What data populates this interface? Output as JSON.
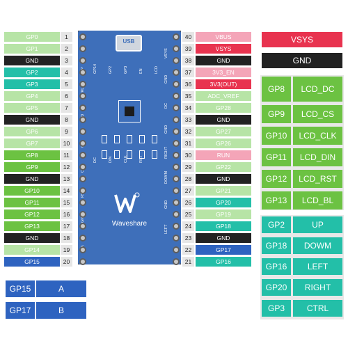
{
  "colors": {
    "light_green": "#b7e4a6",
    "green": "#6cc242",
    "teal": "#23bfa8",
    "black": "#222222",
    "blue": "#2e63c0",
    "pink": "#f4a5b8",
    "red": "#e8334f",
    "board": "#3e6fba"
  },
  "left_pins": [
    {
      "n": "1",
      "label": "GP0",
      "c": "light_green"
    },
    {
      "n": "2",
      "label": "GP1",
      "c": "light_green"
    },
    {
      "n": "3",
      "label": "GND",
      "c": "black"
    },
    {
      "n": "4",
      "label": "GP2",
      "c": "teal"
    },
    {
      "n": "5",
      "label": "GP3",
      "c": "teal"
    },
    {
      "n": "6",
      "label": "GP4",
      "c": "light_green"
    },
    {
      "n": "7",
      "label": "GP5",
      "c": "light_green"
    },
    {
      "n": "8",
      "label": "GND",
      "c": "black"
    },
    {
      "n": "9",
      "label": "GP6",
      "c": "light_green"
    },
    {
      "n": "10",
      "label": "GP7",
      "c": "light_green"
    },
    {
      "n": "11",
      "label": "GP8",
      "c": "green"
    },
    {
      "n": "12",
      "label": "GP9",
      "c": "green"
    },
    {
      "n": "13",
      "label": "GND",
      "c": "black"
    },
    {
      "n": "14",
      "label": "GP10",
      "c": "green"
    },
    {
      "n": "15",
      "label": "GP11",
      "c": "green"
    },
    {
      "n": "16",
      "label": "GP12",
      "c": "green"
    },
    {
      "n": "17",
      "label": "GP13",
      "c": "green"
    },
    {
      "n": "18",
      "label": "GND",
      "c": "black"
    },
    {
      "n": "19",
      "label": "GP14",
      "c": "light_green"
    },
    {
      "n": "20",
      "label": "GP15",
      "c": "blue"
    }
  ],
  "right_pins": [
    {
      "n": "40",
      "label": "VBUS",
      "c": "pink"
    },
    {
      "n": "39",
      "label": "VSYS",
      "c": "red"
    },
    {
      "n": "38",
      "label": "GND",
      "c": "black"
    },
    {
      "n": "37",
      "label": "3V3_EN",
      "c": "pink"
    },
    {
      "n": "36",
      "label": "3V3(OUT)",
      "c": "red"
    },
    {
      "n": "35",
      "label": "ADC_VREF",
      "c": "light_green"
    },
    {
      "n": "34",
      "label": "GP28",
      "c": "light_green"
    },
    {
      "n": "33",
      "label": "GND",
      "c": "black"
    },
    {
      "n": "32",
      "label": "GP27",
      "c": "light_green"
    },
    {
      "n": "31",
      "label": "GP26",
      "c": "light_green"
    },
    {
      "n": "30",
      "label": "RUN",
      "c": "pink"
    },
    {
      "n": "29",
      "label": "GP22",
      "c": "light_green"
    },
    {
      "n": "28",
      "label": "GND",
      "c": "black"
    },
    {
      "n": "27",
      "label": "GP21",
      "c": "light_green"
    },
    {
      "n": "26",
      "label": "GP20",
      "c": "teal"
    },
    {
      "n": "25",
      "label": "GP19",
      "c": "light_green"
    },
    {
      "n": "24",
      "label": "GP18",
      "c": "teal"
    },
    {
      "n": "23",
      "label": "GND",
      "c": "black"
    },
    {
      "n": "22",
      "label": "GP17",
      "c": "blue"
    },
    {
      "n": "21",
      "label": "GP16",
      "c": "teal"
    }
  ],
  "board": {
    "usb_label": "USB",
    "brand": "Waveshare",
    "left_silk": [
      "UP",
      "CTRL",
      "GND",
      "CS",
      "CLK",
      "RST",
      "GND",
      "A"
    ],
    "right_silk": [
      "VSYS",
      "GND",
      "DC",
      "GND",
      "RIGHT",
      "DOWM",
      "GND",
      "LEFT"
    ],
    "mid_silk": [
      "GP14",
      "GP2",
      "GP3",
      "EN",
      "LCD",
      "DC",
      "DIN",
      "CLK",
      "RST"
    ]
  },
  "power": [
    {
      "label": "VSYS",
      "c": "red"
    },
    {
      "label": "GND",
      "c": "black"
    }
  ],
  "lcd_map": [
    {
      "gp": "GP8",
      "fn": "LCD_DC"
    },
    {
      "gp": "GP9",
      "fn": "LCD_CS"
    },
    {
      "gp": "GP10",
      "fn": "LCD_CLK"
    },
    {
      "gp": "GP11",
      "fn": "LCD_DIN"
    },
    {
      "gp": "GP12",
      "fn": "LCD_RST"
    },
    {
      "gp": "GP13",
      "fn": "LCD_BL"
    }
  ],
  "joystick_map": [
    {
      "gp": "GP2",
      "fn": "UP"
    },
    {
      "gp": "GP18",
      "fn": "DOWM"
    },
    {
      "gp": "GP16",
      "fn": "LEFT"
    },
    {
      "gp": "GP20",
      "fn": "RIGHT"
    },
    {
      "gp": "GP3",
      "fn": "CTRL"
    }
  ],
  "button_map": [
    {
      "gp": "GP15",
      "fn": "A"
    },
    {
      "gp": "GP17",
      "fn": "B"
    }
  ]
}
